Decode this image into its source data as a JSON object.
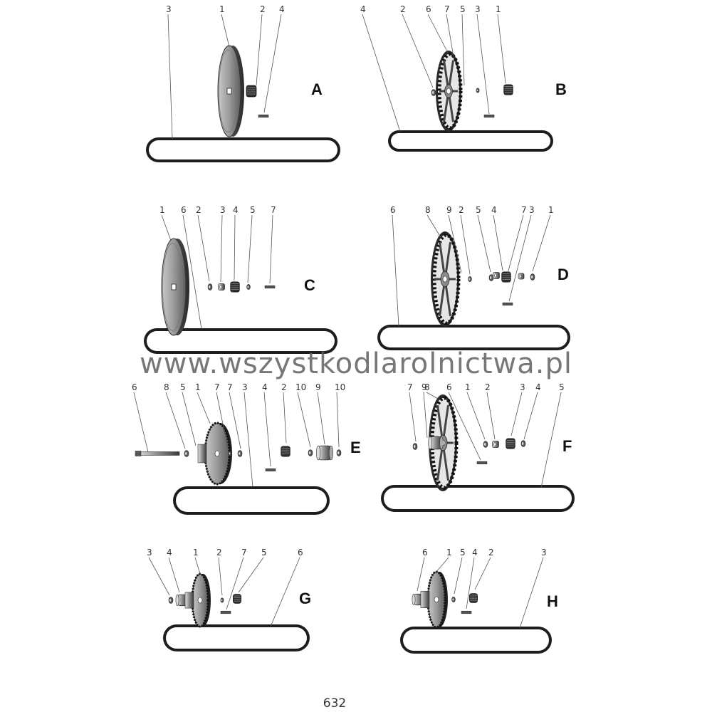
{
  "watermark": "www.wszystkodlarolnictwa.pl",
  "page_number": "632",
  "panels": [
    {
      "letter": "A",
      "labels": [
        "3",
        "1",
        "2",
        "4"
      ]
    },
    {
      "letter": "B",
      "labels": [
        "4",
        "2",
        "6",
        "7",
        "5",
        "3",
        "1"
      ]
    },
    {
      "letter": "C",
      "labels": [
        "1",
        "6",
        "2",
        "3",
        "4",
        "5",
        "7"
      ]
    },
    {
      "letter": "D",
      "labels": [
        "6",
        "8",
        "9",
        "2",
        "5",
        "4",
        "7",
        "3",
        "1"
      ]
    },
    {
      "letter": "E",
      "labels": [
        "6",
        "8",
        "5",
        "1",
        "7",
        "7",
        "3",
        "4",
        "2",
        "10",
        "9",
        "10"
      ]
    },
    {
      "letter": "F",
      "labels": [
        "7",
        "9",
        "8",
        "6",
        "1",
        "2",
        "3",
        "4",
        "5"
      ]
    },
    {
      "letter": "G",
      "labels": [
        "3",
        "4",
        "1",
        "2",
        "7",
        "5",
        "6"
      ]
    },
    {
      "letter": "H",
      "labels": [
        "6",
        "1",
        "5",
        "4",
        "2",
        "3"
      ]
    }
  ]
}
